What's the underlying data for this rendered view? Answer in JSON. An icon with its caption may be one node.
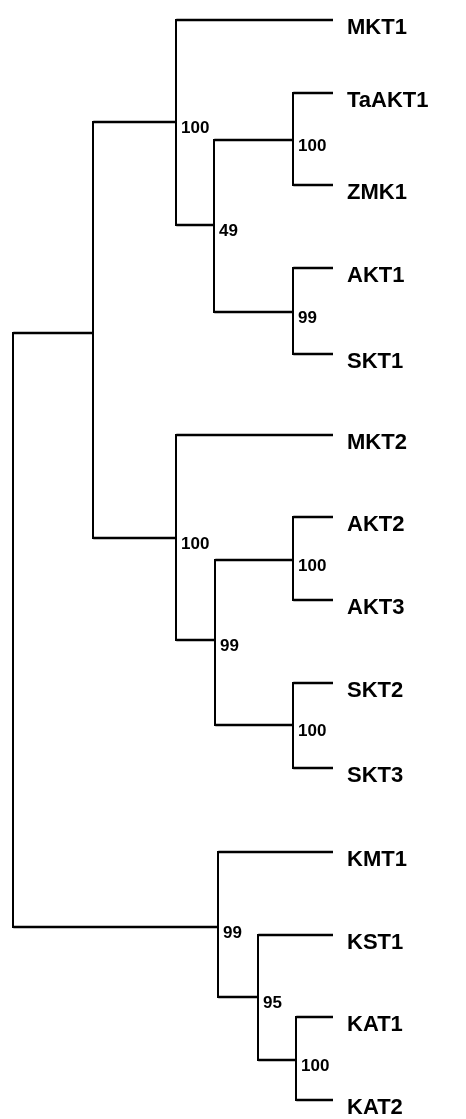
{
  "diagram": {
    "nodes": [
      {
        "text": [],
        "shape": "line"
      },
      {
        "text": [],
        "shape": "line"
      },
      {
        "text": [
          "100"
        ]
      },
      {
        "text": [
          "MKT1"
        ]
      },
      {
        "text": [
          "49"
        ]
      },
      {
        "text": [
          "100"
        ]
      },
      {
        "text": [
          "TaAKT1"
        ]
      },
      {
        "text": [
          "ZMK1"
        ]
      },
      {
        "text": [
          "99"
        ]
      },
      {
        "text": [
          "AKT1"
        ]
      },
      {
        "text": [
          "SKT1"
        ]
      },
      {
        "text": [
          "100"
        ]
      },
      {
        "text": [
          "MKT2"
        ]
      },
      {
        "text": [
          "99"
        ]
      },
      {
        "text": [
          "100"
        ]
      },
      {
        "text": [
          "AKT2"
        ]
      },
      {
        "text": [
          "AKT3"
        ]
      },
      {
        "text": [
          "100"
        ]
      },
      {
        "text": [
          "SKT2"
        ]
      },
      {
        "text": [
          "SKT3"
        ]
      },
      {
        "text": [
          "99"
        ]
      },
      {
        "text": [
          "KMT1"
        ]
      },
      {
        "text": [
          "95"
        ]
      },
      {
        "text": [
          "KST1"
        ]
      },
      {
        "text": [
          "100"
        ]
      },
      {
        "text": [
          "KAT1"
        ]
      },
      {
        "text": [
          "KAT2"
        ]
      }
    ],
    "edges": [
      {
        "from": 0,
        "to": 1,
        "arrow": "none"
      },
      {
        "from": 0,
        "to": 20,
        "arrow": "none"
      },
      {
        "from": 1,
        "to": 2,
        "arrow": "none"
      },
      {
        "from": 1,
        "to": 11,
        "arrow": "none"
      },
      {
        "from": 2,
        "to": 3,
        "arrow": "none"
      },
      {
        "from": 2,
        "to": 4,
        "arrow": "none"
      },
      {
        "from": 4,
        "to": 5,
        "arrow": "none"
      },
      {
        "from": 4,
        "to": 8,
        "arrow": "none"
      },
      {
        "from": 5,
        "to": 6,
        "arrow": "none"
      },
      {
        "from": 5,
        "to": 7,
        "arrow": "none"
      },
      {
        "from": 8,
        "to": 9,
        "arrow": "none"
      },
      {
        "from": 8,
        "to": 10,
        "arrow": "none"
      },
      {
        "from": 11,
        "to": 12,
        "arrow": "none"
      },
      {
        "from": 11,
        "to": 13,
        "arrow": "none"
      },
      {
        "from": 13,
        "to": 14,
        "arrow": "none"
      },
      {
        "from": 13,
        "to": 17,
        "arrow": "none"
      },
      {
        "from": 14,
        "to": 15,
        "arrow": "none"
      },
      {
        "from": 14,
        "to": 16,
        "arrow": "none"
      },
      {
        "from": 17,
        "to": 18,
        "arrow": "none"
      },
      {
        "from": 17,
        "to": 19,
        "arrow": "none"
      },
      {
        "from": 20,
        "to": 21,
        "arrow": "none"
      },
      {
        "from": 20,
        "to": 22,
        "arrow": "none"
      },
      {
        "from": 22,
        "to": 23,
        "arrow": "none"
      },
      {
        "from": 22,
        "to": 24,
        "arrow": "none"
      },
      {
        "from": 24,
        "to": 25,
        "arrow": "none"
      },
      {
        "from": 24,
        "to": 26,
        "arrow": "none"
      }
    ]
  }
}
